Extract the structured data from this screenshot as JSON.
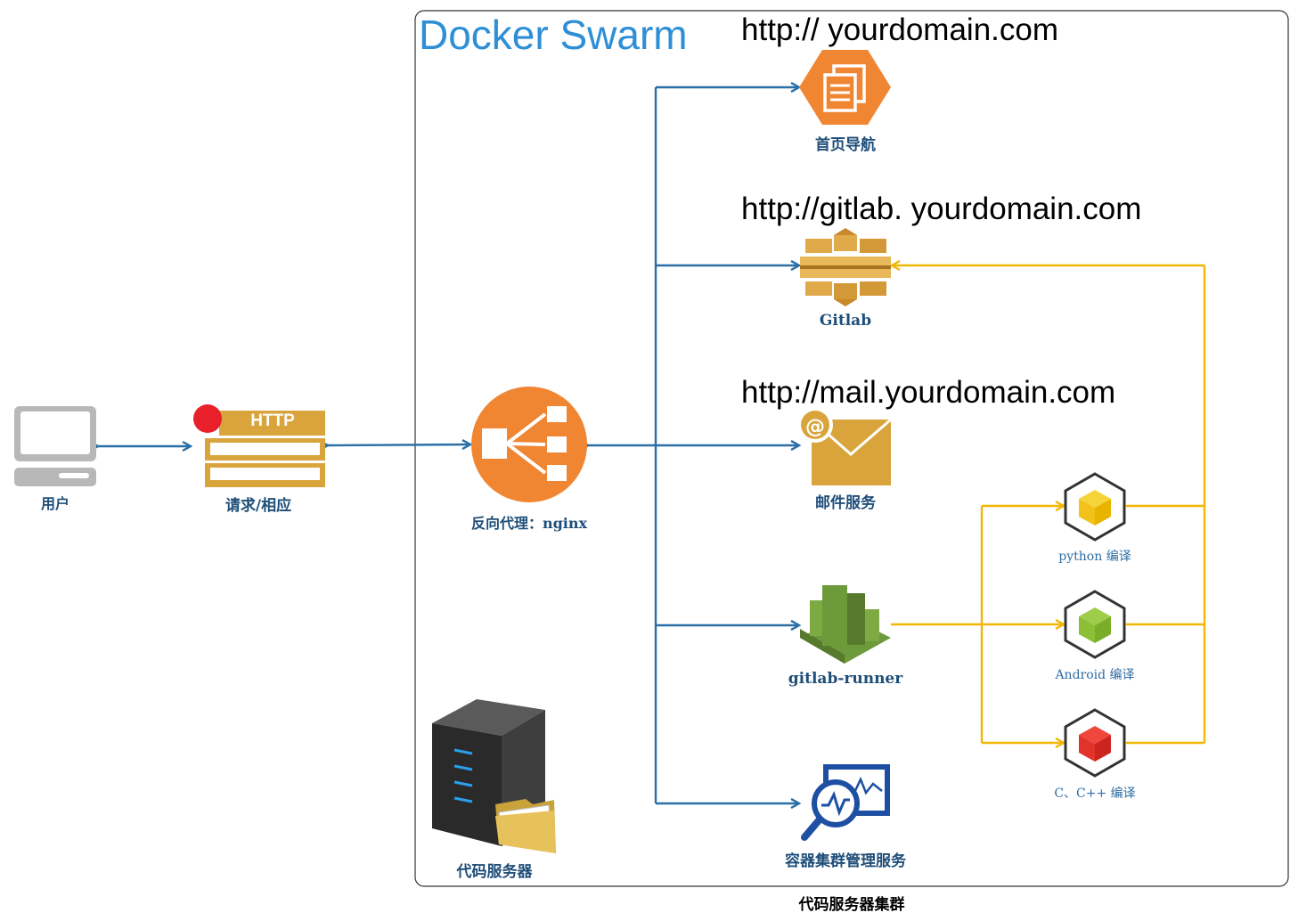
{
  "diagram": {
    "swarm_title": "Docker Swarm",
    "cluster_caption": "代码服务器集群",
    "urls": {
      "home": "http:// yourdomain.com",
      "gitlab": "http://gitlab. yourdomain.com",
      "mail": "http://mail.yourdomain.com"
    },
    "nodes": {
      "user": "用户",
      "request": "请求/相应",
      "http_badge": "HTTP",
      "nginx": "反向代理：nginx",
      "home": "首页导航",
      "gitlab": "Gitlab",
      "mail": "邮件服务",
      "runner": "gitlab-runner",
      "monitor": "容器集群管理服务",
      "code_server": "代码服务器"
    },
    "compilers": {
      "python": "python 编译",
      "android": "Android 编译",
      "cpp": "C、C++ 编译"
    },
    "colors": {
      "arrow_blue": "#2a6fa6",
      "arrow_yellow": "#f2b705",
      "title_blue": "#2e8fd6",
      "orange": "#f08532",
      "gold": "#d9a43c",
      "green": "#6d9a3a"
    }
  }
}
